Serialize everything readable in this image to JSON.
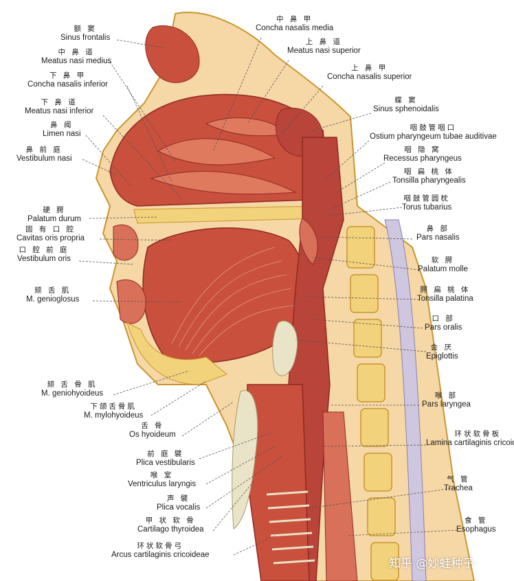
{
  "labels": [
    {
      "id": "sinus-frontalis",
      "zh": "额 窦",
      "la": "Sinus frontalis"
    },
    {
      "id": "concha-nasalis-media",
      "zh": "中 鼻 甲",
      "la": "Concha nasalis media"
    },
    {
      "id": "meatus-nasi-medius",
      "zh": "中 鼻 道",
      "la": "Meatus nasi medius"
    },
    {
      "id": "meatus-nasi-superior",
      "zh": "上 鼻 道",
      "la": "Meatus nasi superior"
    },
    {
      "id": "concha-nasalis-inferior",
      "zh": "下 鼻 甲",
      "la": "Concha nasalis inferior"
    },
    {
      "id": "concha-nasalis-superior",
      "zh": "上 鼻 甲",
      "la": "Concha nasalis superior"
    },
    {
      "id": "meatus-nasi-inferior",
      "zh": "下 鼻 道",
      "la": "Meatus nasi inferior"
    },
    {
      "id": "sinus-sphenoidalis",
      "zh": "蝶 窦",
      "la": "Sinus sphenoidalis"
    },
    {
      "id": "limen-nasi",
      "zh": "鼻 阈",
      "la": "Limen nasi"
    },
    {
      "id": "ostium-pharyngeum",
      "zh": "咽鼓管咽口",
      "la": "Ostium pharyngeum tubae auditivae"
    },
    {
      "id": "vestibulum-nasi",
      "zh": "鼻 前 庭",
      "la": "Vestibulum nasi"
    },
    {
      "id": "recessus-pharyngeus",
      "zh": "咽 隐 窝",
      "la": "Recessus pharyngeus"
    },
    {
      "id": "tonsilla-pharyngealis",
      "zh": "咽 扁 桃 体",
      "la": "Tonsilla pharyngealis"
    },
    {
      "id": "torus-tubarius",
      "zh": "咽鼓管圆枕",
      "la": "Torus tubarius"
    },
    {
      "id": "palatum-durum",
      "zh": "硬 腭",
      "la": "Palatum durum"
    },
    {
      "id": "pars-nasalis",
      "zh": "鼻 部",
      "la": "Pars nasalis"
    },
    {
      "id": "cavitas-oris-propria",
      "zh": "固 有 口 腔",
      "la": "Cavitas oris propria"
    },
    {
      "id": "vestibulum-oris",
      "zh": "口 腔 前 庭",
      "la": "Vestibulum oris"
    },
    {
      "id": "palatum-molle",
      "zh": "软 腭",
      "la": "Palatum molle"
    },
    {
      "id": "m-genioglosus",
      "zh": "颏 舌 肌",
      "la": "M. genioglosus"
    },
    {
      "id": "tonsilla-palatina",
      "zh": "腭 扁 桃 体",
      "la": "Tonsilla palatina"
    },
    {
      "id": "pars-oralis",
      "zh": "口 部",
      "la": "Pars oralis"
    },
    {
      "id": "epiglottis",
      "zh": "会 厌",
      "la": "Epiglottis"
    },
    {
      "id": "m-geniohyoideus",
      "zh": "颏 舌 骨 肌",
      "la": "M. geniohyoideus"
    },
    {
      "id": "m-mylohyoideus",
      "zh": "下颌舌骨肌",
      "la": "M. mylohyoideus"
    },
    {
      "id": "pars-laryngea",
      "zh": "喉 部",
      "la": "Pars laryngea"
    },
    {
      "id": "os-hyoideum",
      "zh": "舌 骨",
      "la": "Os hyoideum"
    },
    {
      "id": "lamina-cartilaginis",
      "zh": "环状软骨板",
      "la": "Lamina cartilaginis cricoideae"
    },
    {
      "id": "plica-vestibularis",
      "zh": "前 庭 襞",
      "la": "Plica vestibularis"
    },
    {
      "id": "ventriculus-laryngis",
      "zh": "喉 室",
      "la": "Ventriculus laryngis"
    },
    {
      "id": "trachea",
      "zh": "气 管",
      "la": "Trachea"
    },
    {
      "id": "plica-vocalis",
      "zh": "声 襞",
      "la": "Plica vocalis"
    },
    {
      "id": "cartilago-thyroidea",
      "zh": "甲 状 软 骨",
      "la": "Cartilago thyroidea"
    },
    {
      "id": "esophagus",
      "zh": "食 管",
      "la": "Esophagus"
    },
    {
      "id": "arcus-cartilaginis",
      "zh": "环状软骨弓",
      "la": "Arcus cartilaginis cricoideae"
    }
  ],
  "watermark": "知乎 @妙蛙种子",
  "colors": {
    "muscle": "#c8503c",
    "muscle_dark": "#8e2a22",
    "mucosa": "#e07a5f",
    "bone": "#f2d27a",
    "bone_edge": "#c9962e",
    "cartilage": "#e9e3c8",
    "skin": "#f6d7a6",
    "leader": "#555555"
  }
}
